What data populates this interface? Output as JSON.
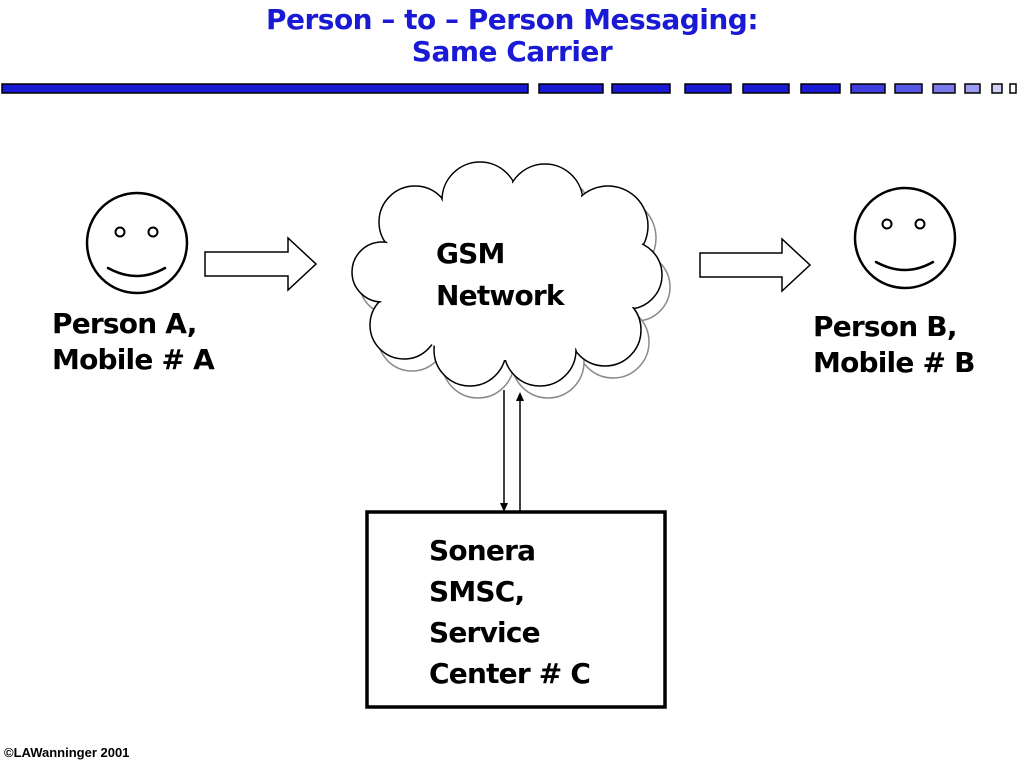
{
  "slide": {
    "title_line1": "Person – to – Person Messaging:",
    "title_line2": "Same Carrier",
    "title_color": "#1a1ad4"
  },
  "diagram": {
    "person_a": {
      "line1": "Person A,",
      "line2": "Mobile # A",
      "icon": "smiley-face-icon"
    },
    "person_b": {
      "line1": "Person B,",
      "line2": "Mobile # B",
      "icon": "smiley-face-icon"
    },
    "network": {
      "line1": "GSM",
      "line2": "Network",
      "icon": "cloud-icon"
    },
    "smsc": {
      "line1": "Sonera",
      "line2": "SMSC,",
      "line3": "Service",
      "line4": "Center # C"
    },
    "connectors": [
      "arrow-right-a-to-network",
      "arrow-right-network-to-b",
      "arrow-down-network-to-smsc",
      "arrow-up-smsc-to-network"
    ]
  },
  "footer": {
    "copyright": "©LAWanninger 2001"
  }
}
